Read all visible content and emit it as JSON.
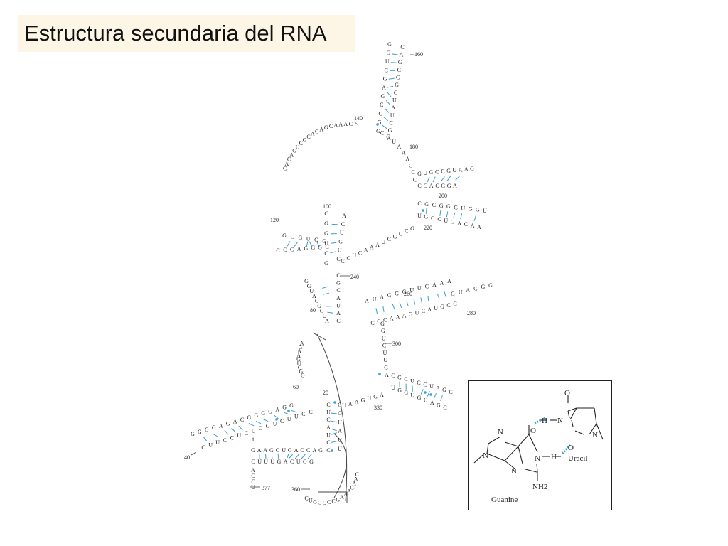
{
  "slide": {
    "title": "Estructura secundaria del RNA"
  },
  "colors": {
    "text": "#222222",
    "base_pair": "#3a9ecf",
    "title_background": "#fdf6e6"
  },
  "rna": {
    "position_labels": [
      "1",
      "20",
      "40",
      "60",
      "80",
      "100",
      "120",
      "140",
      "160",
      "180",
      "200",
      "220",
      "240",
      "260",
      "280",
      "300",
      "330",
      "360",
      "377"
    ],
    "segments": [
      {
        "name": "5-prime-stem-left",
        "seq": "GAAGCUGACCAG"
      },
      {
        "name": "5-prime-stem-right",
        "seq": "CUUUGACUGG"
      },
      {
        "name": "3-prime-tail",
        "seq": "ACCU"
      },
      {
        "name": "helix-40-left",
        "seq": "GGGGAGACGGGGAGG"
      },
      {
        "name": "helix-40-right",
        "seq": "CUUCCUCUCGUCUUCC"
      },
      {
        "name": "helix-20-left",
        "seq": "CUCAUCC"
      },
      {
        "name": "helix-20-right",
        "seq": "GGUAUU"
      },
      {
        "name": "junction-60",
        "seq": "AGAAGUCGG"
      },
      {
        "name": "hairpin-80-left",
        "seq": "GGUACGGUA"
      },
      {
        "name": "hairpin-80-right",
        "seq": "CGCAUAC"
      },
      {
        "name": "hairpin-100-left",
        "seq": "CGGUCG"
      },
      {
        "name": "hairpin-100-right",
        "seq": "ACUGUC"
      },
      {
        "name": "hairpin-120-left",
        "seq": "CCCAGGGC"
      },
      {
        "name": "hairpin-120-right",
        "seq": "GCGUCC"
      },
      {
        "name": "big-loop-left",
        "seq": "CACAGUCGCAGAGCAAAC"
      },
      {
        "name": "hairpin-160-left",
        "seq": "GGUCGAGCCGG"
      },
      {
        "name": "hairpin-160-right",
        "seq": "CAGCCGCUAUCGA"
      },
      {
        "name": "loop-180",
        "seq": "CGUAAAGCC"
      },
      {
        "name": "hairpin-200-top",
        "seq": "GUGCCGUAAG"
      },
      {
        "name": "hairpin-200-bottom",
        "seq": "CCACGGA"
      },
      {
        "name": "hairpin-220-top",
        "seq": "CGCGGCUGGU"
      },
      {
        "name": "hairpin-220-bottom",
        "seq": "UGCCUGACAA"
      },
      {
        "name": "loop-240",
        "seq": "CCUCAAAUCGCCG"
      },
      {
        "name": "hairpin-260-top",
        "seq": "AUAGGGUUCAAA"
      },
      {
        "name": "hairpin-260-bottom",
        "seq": "CCCAAAGUCAUGCC"
      },
      {
        "name": "hairpin-280",
        "seq": "GUACGG"
      },
      {
        "name": "junction-300",
        "seq": "GGUCUUGA"
      },
      {
        "name": "hairpin-330-top",
        "seq": "CGCUCCUAGC"
      },
      {
        "name": "hairpin-330-bottom",
        "seq": "UGGUGUAGC"
      },
      {
        "name": "loop-330",
        "seq": "UAAGUGA"
      },
      {
        "name": "loop-360",
        "seq": "CAACAAAGCCCGGUC"
      }
    ]
  },
  "inset": {
    "atoms": [
      "O",
      "N",
      "H",
      "N",
      "O",
      "N",
      "N",
      "N",
      "O",
      "N",
      "H",
      "N",
      "NH2"
    ],
    "guanine_label": "Guanine",
    "uracil_label": "Uracil"
  }
}
